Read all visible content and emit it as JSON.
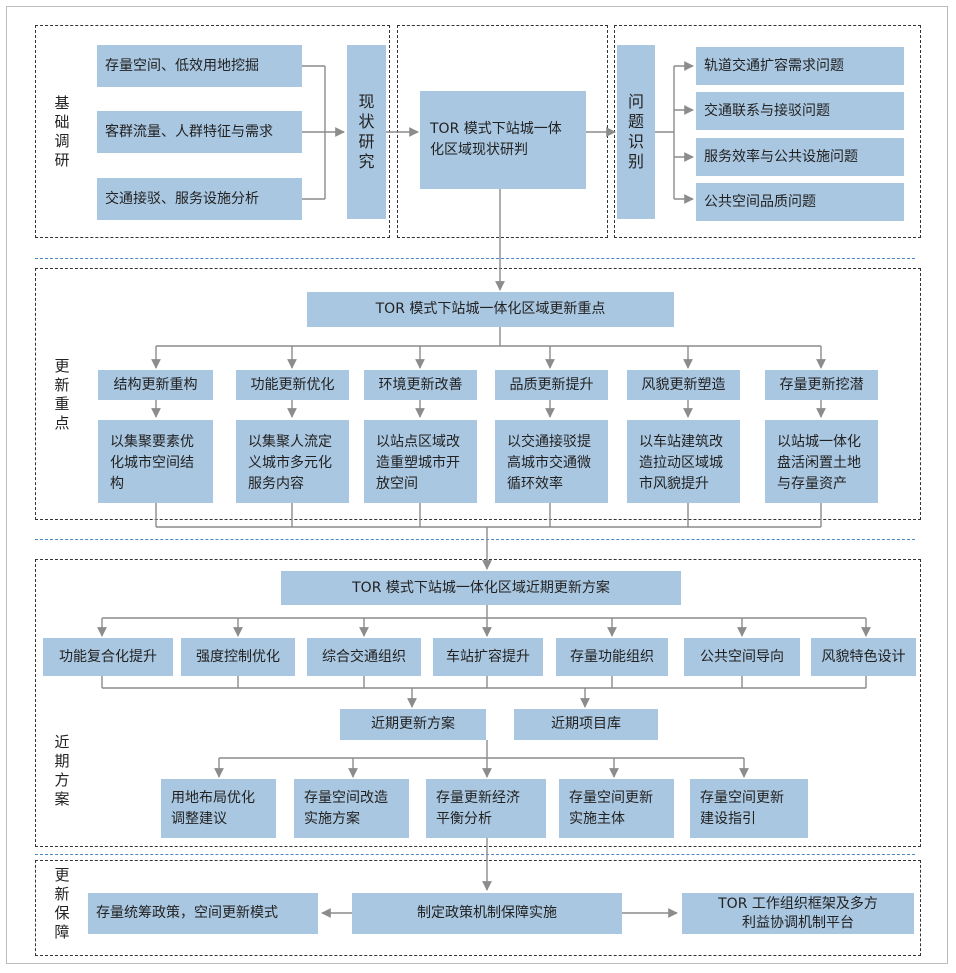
{
  "sections": {
    "basic": "基\n础\n调\n研",
    "focus": "更\n新\n重\n点",
    "plan": "近\n期\n方\n案",
    "guarantee": "更\n新\n保\n障"
  },
  "research": {
    "inputs": [
      "存量空间、低效用地挖掘",
      "客群流量、人群特征与需求",
      "交通接驳、服务设施分析"
    ],
    "status_study": "现\n状\n研\n究",
    "center": "TOR 模式下站城一体\n化区域现状研判",
    "problem_id": "问\n题\n识\n别",
    "problems": [
      "轨道交通扩容需求问题",
      "交通联系与接驳问题",
      "服务效率与公共设施问题",
      "公共空间品质问题"
    ]
  },
  "focus": {
    "title": "TOR 模式下站城一体化区域更新重点",
    "categories": [
      "结构更新重构",
      "功能更新优化",
      "环境更新改善",
      "品质更新提升",
      "风貌更新塑造",
      "存量更新挖潜"
    ],
    "details": [
      "以集聚要素优\n化城市空间结\n构",
      "以集聚人流定\n义城市多元化\n服务内容",
      "以站点区域改\n造重塑城市开\n放空间",
      "以交通接驳提\n高城市交通微\n循环效率",
      "以车站建筑改\n造拉动区域城\n市风貌提升",
      "以站城一体化\n盘活闲置土地\n与存量资产"
    ]
  },
  "plan": {
    "title": "TOR 模式下站城一体化区域近期更新方案",
    "items": [
      "功能复合化提升",
      "强度控制优化",
      "综合交通组织",
      "车站扩容提升",
      "存量功能组织",
      "公共空间导向",
      "风貌特色设计"
    ],
    "scheme": "近期更新方案",
    "library": "近期项目库",
    "outputs": [
      "用地布局优化\n调整建议",
      "存量空间改造\n实施方案",
      "存量更新经济\n平衡分析",
      "存量空间更新\n实施主体",
      "存量空间更新\n建设指引"
    ]
  },
  "guarantee": {
    "left": "存量统筹政策，空间更新模式",
    "center": "制定政策机制保障实施",
    "right": "TOR 工作组织框架及多方\n利益协调机制平台"
  },
  "colors": {
    "box": "#a9c7e1",
    "line": "#8c8c8c",
    "separator": "#4f86c6"
  }
}
